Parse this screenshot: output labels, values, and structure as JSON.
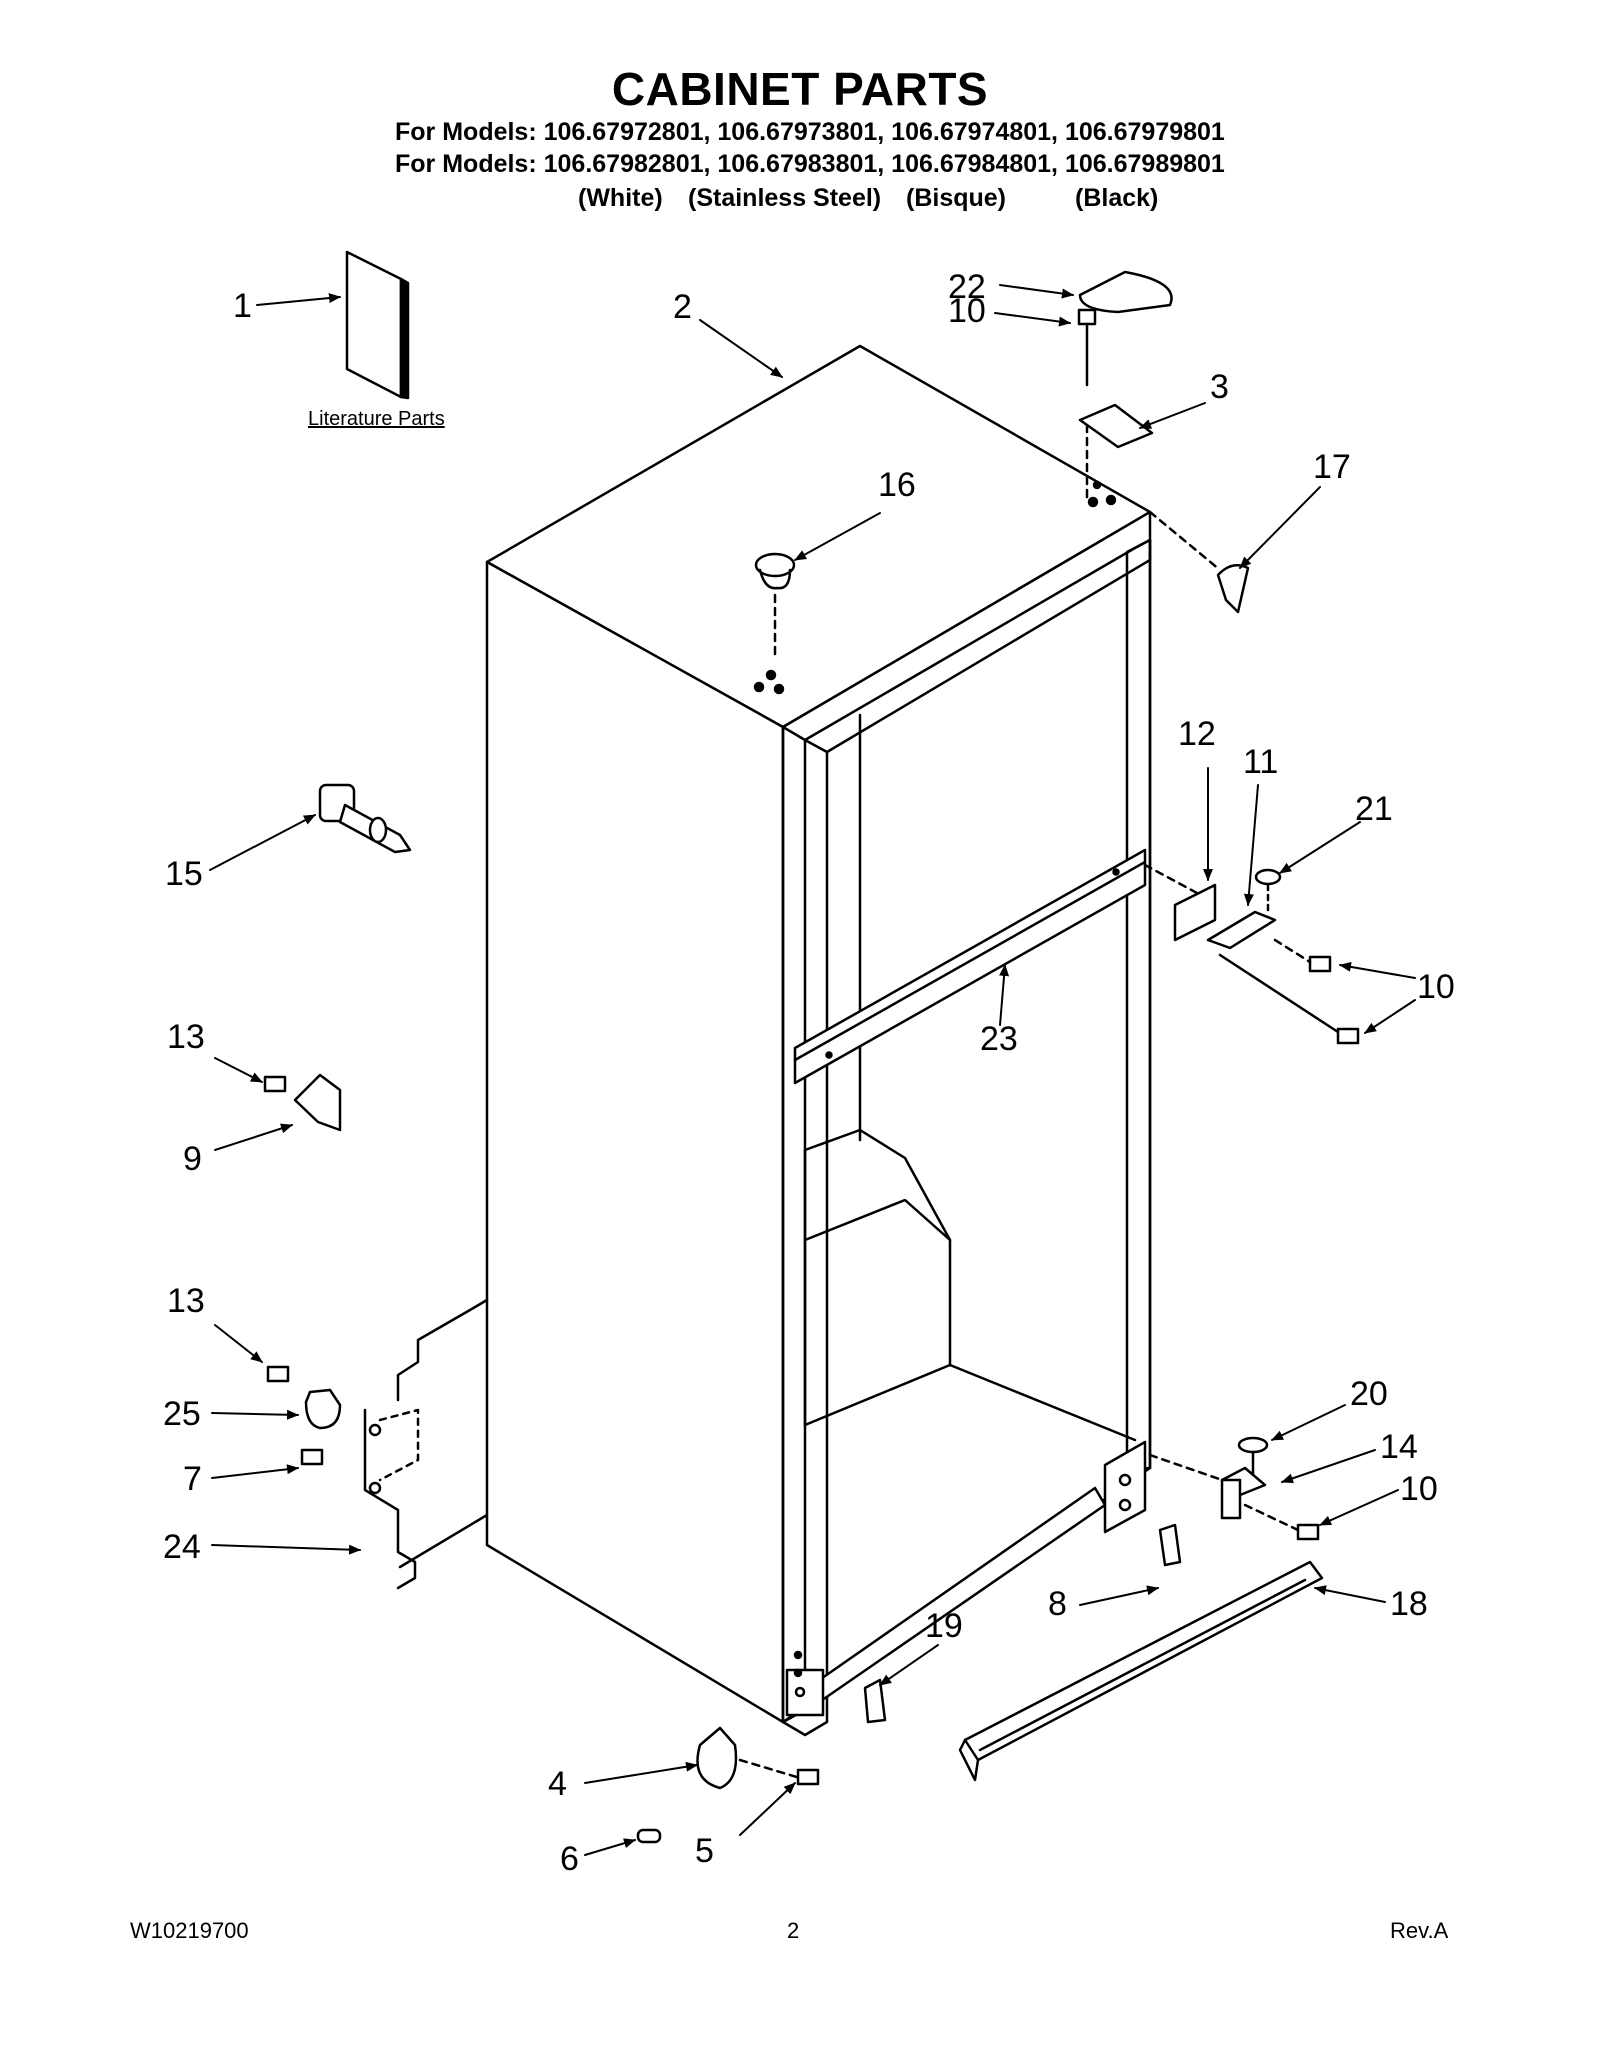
{
  "title": "CABINET PARTS",
  "models_line_1": "For Models: 106.67972801, 106.67973801, 106.67974801, 106.67979801",
  "models_line_2": "For Models: 106.67982801, 106.67983801, 106.67984801, 106.67989801",
  "finishes": [
    "(White)",
    "(Stainless Steel)",
    "(Bisque)",
    "(Black)"
  ],
  "literature_label": "Literature Parts",
  "callouts": [
    "1",
    "2",
    "22",
    "10",
    "3",
    "17",
    "16",
    "12",
    "11",
    "21",
    "15",
    "10",
    "23",
    "13",
    "9",
    "13",
    "20",
    "14",
    "25",
    "10",
    "7",
    "24",
    "8",
    "18",
    "19",
    "4",
    "6",
    "5"
  ],
  "footer": {
    "doc_number": "W10219700",
    "page": "2",
    "revision": "Rev.A"
  }
}
